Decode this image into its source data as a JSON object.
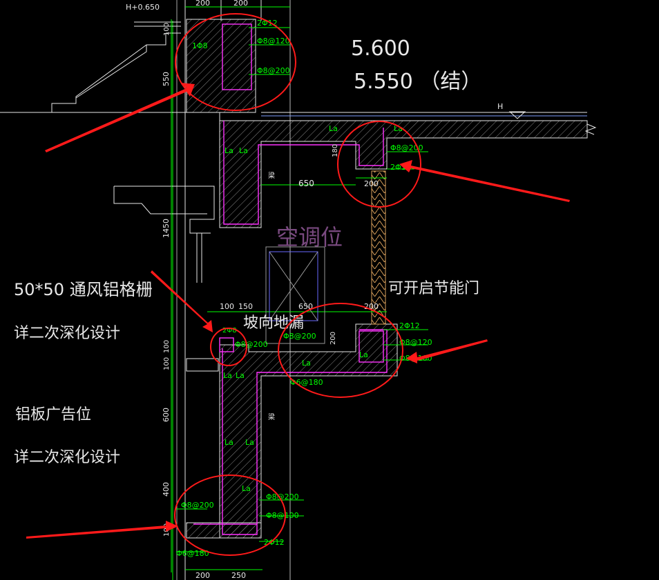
{
  "elevations": {
    "top_level_label": "H+0.650",
    "finish_level": "5.600",
    "structure_level": "5.550 （结）",
    "floor_mark": "H"
  },
  "notes": {
    "grille_spec": "50*50  通风铝格栅",
    "grille_detail": "详二次深化设计",
    "panel_spec": "铝板广告位",
    "panel_detail": "详二次深化设计",
    "ac_position": "空调位",
    "door_note": "可开启节能门",
    "drain_note": "坡向地漏"
  },
  "dimensions": {
    "top_w1": "200",
    "top_w2": "200",
    "bottom_w1": "200",
    "bottom_w2": "250",
    "v_100_top": "100",
    "v_550": "550",
    "v_1450": "1450",
    "v_100_mid1": "100",
    "v_100_mid2": "100",
    "v_600": "600",
    "v_400": "400",
    "v_100_bot": "100",
    "span_650_top": "650",
    "span_200_right_top": "200",
    "h_180_top": "180",
    "mid_100": "100",
    "mid_150": "150",
    "mid_650": "650",
    "mid_200": "200",
    "h_200_mid": "200"
  },
  "rebar": {
    "top_left_1": "2Φ12",
    "top_left_2": "Φ8@120",
    "top_left_3": "Φ8@200",
    "top_left_4": "1Φ8",
    "top_right_1": "Φ8@200",
    "top_right_2": "2Φ12",
    "mid_left_1": "2Φ8",
    "mid_left_2": "Φ8@200",
    "mid_right_1": "2Φ12",
    "mid_right_2": "Φ8@120",
    "mid_right_3": "Φ8@100",
    "mid_center_1": "Φ8@200",
    "mid_center_2": "Φ6@180",
    "bot_1": "Φ8@200",
    "bot_2": "Φ8@100",
    "bot_3": "Φ8@200",
    "bot_4": "2Φ12",
    "bot_5": "Φ6@180"
  },
  "anchor_labels": {
    "la": "La"
  },
  "section_marks": {
    "cut": "梁"
  },
  "colors": {
    "background": "#000000",
    "concrete_hatch": "#e8e8e8",
    "rebar": "#ff33ff",
    "dimension": "#00ff00",
    "annotation_circle": "#ff1a1a",
    "insulation": "#d9a05b"
  }
}
